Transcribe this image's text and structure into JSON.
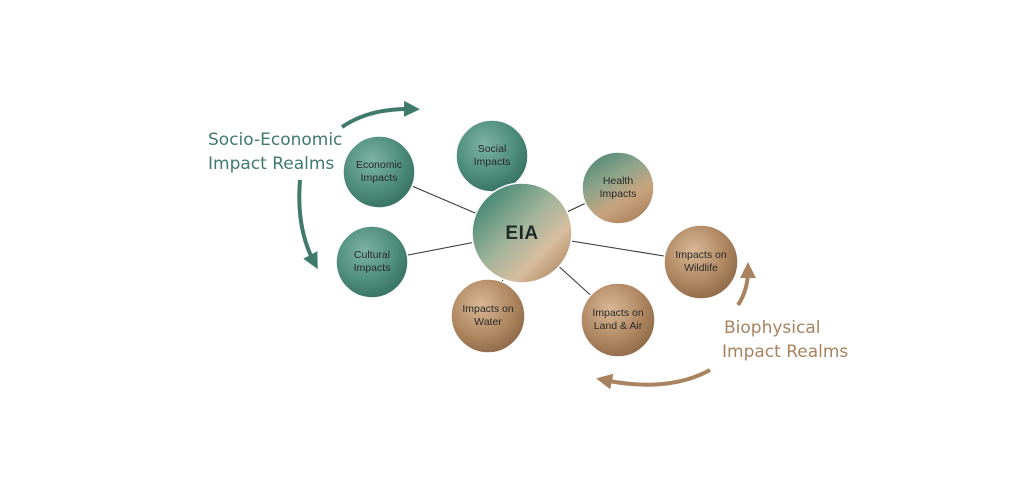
{
  "diagram": {
    "center": {
      "label": "EIA"
    },
    "nodes": [
      {
        "id": "economic",
        "label": "Economic\nImpacts",
        "realm": "socio"
      },
      {
        "id": "social",
        "label": "Social\nImpacts",
        "realm": "socio"
      },
      {
        "id": "cultural",
        "label": "Cultural\nImpacts",
        "realm": "socio"
      },
      {
        "id": "health",
        "label": "Health\nImpacts",
        "realm": "mixed"
      },
      {
        "id": "wildlife",
        "label": "Impacts on\nWildlife",
        "realm": "bio"
      },
      {
        "id": "water",
        "label": "Impacts on\nWater",
        "realm": "bio"
      },
      {
        "id": "landair",
        "label": "Impacts on\nLand & Air",
        "realm": "bio"
      }
    ],
    "realms": {
      "socio": {
        "line1": "Socio-Economic",
        "line2": "Impact Realms"
      },
      "bio": {
        "line1": "Biophysical",
        "line2": "Impact Realms"
      }
    },
    "colors": {
      "socio": "#4e8d7c",
      "socio_text": "#3f7a6a",
      "bio": "#b08862",
      "bio_text": "#a9825f",
      "connector": "#333333"
    }
  }
}
